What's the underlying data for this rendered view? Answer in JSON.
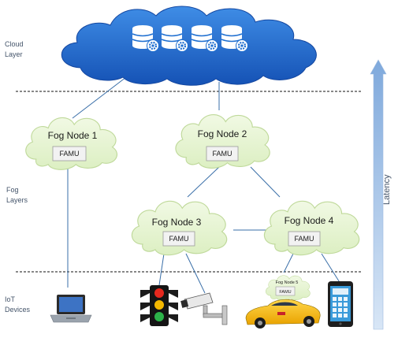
{
  "layers": {
    "cloud": [
      "Cloud",
      "Layer"
    ],
    "fog": [
      "Fog",
      "Layers"
    ],
    "iot": [
      "IoT",
      "Devices"
    ]
  },
  "fog_nodes": [
    {
      "name": "Fog Node 1",
      "module": "FAMU"
    },
    {
      "name": "Fog Node 2",
      "module": "FAMU"
    },
    {
      "name": "Fog Node 3",
      "module": "FAMU"
    },
    {
      "name": "Fog Node 4",
      "module": "FAMU"
    }
  ],
  "small_node": {
    "name": "Fog Node 5",
    "module": "FAMU"
  },
  "latency_label": "Latency",
  "colors": {
    "cloud": "#1F6FD0",
    "fog_cloud": "#E8F4D4",
    "line": "#3A6FA8",
    "arrow": "#A9C6E8"
  },
  "icons": [
    "server-gear-icon",
    "laptop-icon",
    "traffic-light-icon",
    "security-camera-icon",
    "car-icon",
    "smartphone-icon"
  ]
}
